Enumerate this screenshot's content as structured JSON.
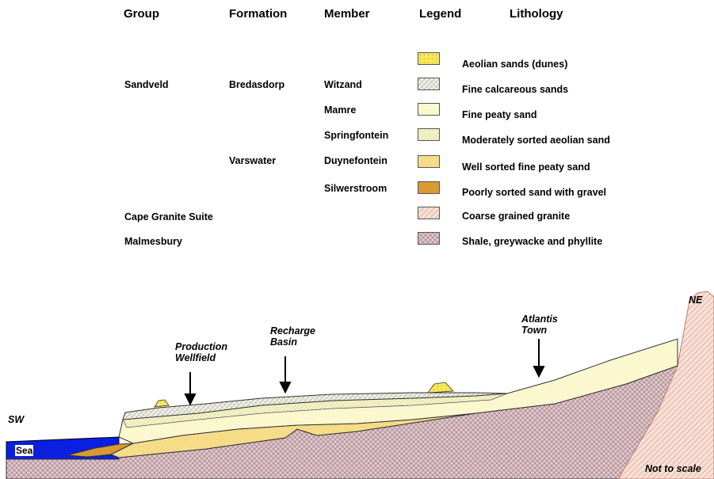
{
  "headers": {
    "group": "Group",
    "formation": "Formation",
    "member": "Member",
    "legend": "Legend",
    "lithology": "Lithology"
  },
  "stratigraphy": {
    "group_sandveld": "Sandveld",
    "group_cape_granite": "Cape Granite Suite",
    "group_malmesbury": "Malmesbury",
    "formation_bredasdorp": "Bredasdorp",
    "formation_varswater": "Varswater",
    "members": [
      "Witzand",
      "Mamre",
      "Springfontein",
      "Duynefontein",
      "Silwerstroom"
    ]
  },
  "legend": [
    {
      "label": "Aeolian sands (dunes)",
      "color": "#f7e85a"
    },
    {
      "label": "Fine calcareous sands",
      "color": "#efefe3"
    },
    {
      "label": "Fine peaty sand",
      "color": "#fbf7cf"
    },
    {
      "label": "Moderately sorted aeolian sand",
      "color": "#f3f3c4"
    },
    {
      "label": "Well sorted fine peaty sand",
      "color": "#f8df8c"
    },
    {
      "label": "Poorly sorted sand with gravel",
      "color": "#d99a32"
    },
    {
      "label": "Coarse grained granite",
      "color": "#f7d4c9"
    },
    {
      "label": "Shale, greywacke and phyllite",
      "color": "#dcc6c9"
    }
  ],
  "section": {
    "sw": "SW",
    "ne": "NE",
    "sea": "Sea",
    "production_wellfield_1": "Production",
    "production_wellfield_2": "Wellfield",
    "recharge_basin_1": "Recharge",
    "recharge_basin_2": "Basin",
    "atlantis_town_1": "Atlantis",
    "atlantis_town_2": "Town",
    "not_to_scale": "Not to scale"
  }
}
